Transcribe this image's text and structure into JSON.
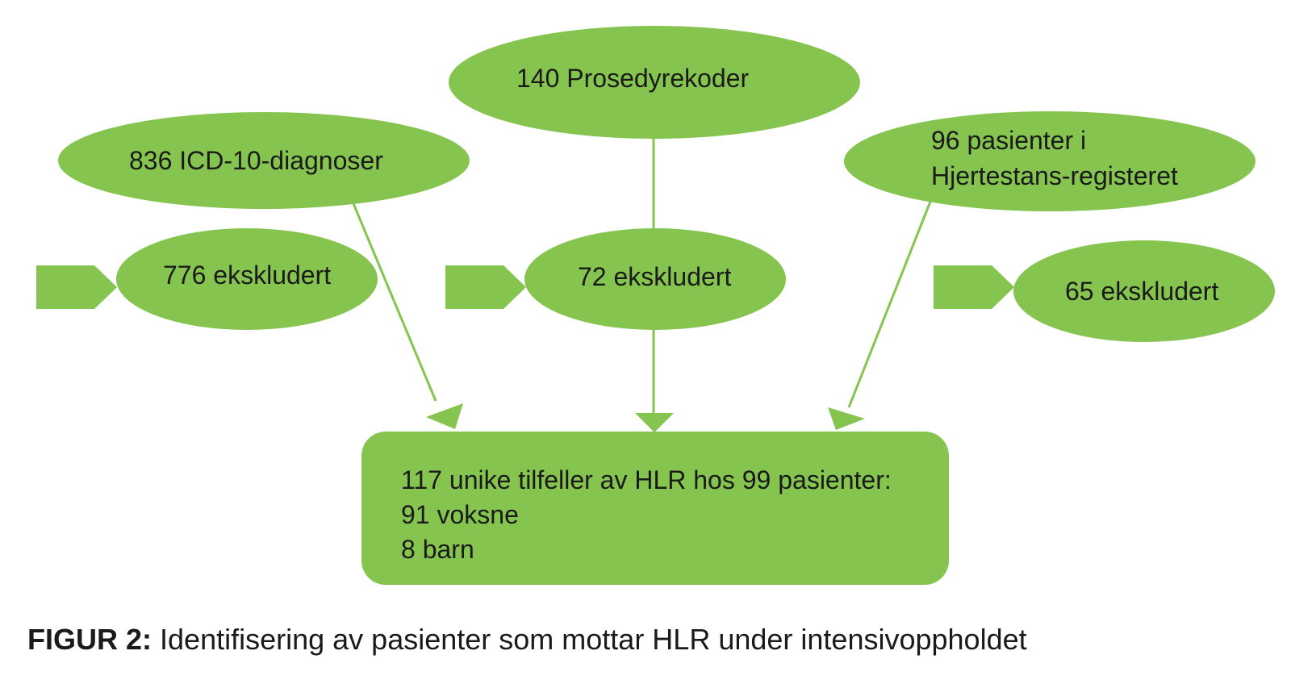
{
  "colors": {
    "fill": "#85c44f",
    "line": "#85c44f",
    "text": "#1a1a1a",
    "background": "#ffffff"
  },
  "nodes": {
    "icd": {
      "label": "836 ICD-10-diagnoser"
    },
    "procedure": {
      "label": "140 Prosedyrekoder"
    },
    "registry": {
      "line1": "96 pasienter i",
      "line2": "Hjertestans-registeret"
    },
    "excluded_left": {
      "label": "776 ekskludert"
    },
    "excluded_middle": {
      "label": "72 ekskludert"
    },
    "excluded_right": {
      "label": "65 ekskludert"
    },
    "result": {
      "line1": "117 unike tilfeller av HLR hos 99 pasienter:",
      "line2": "91 voksne",
      "line3": "8 barn"
    }
  },
  "caption": {
    "label": "FIGUR 2:",
    "text": "Identifisering av pasienter som mottar HLR under intensivoppholdet"
  }
}
